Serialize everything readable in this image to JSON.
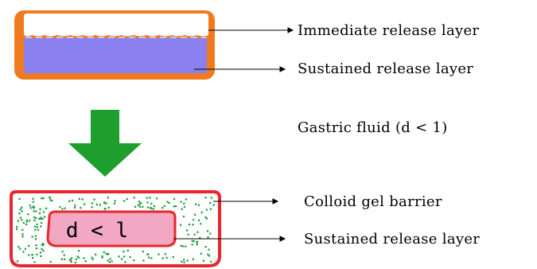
{
  "labels": {
    "immediate_release": "Immediate release layer",
    "sustained_release_top": "Sustained release layer",
    "gastric_fluid": "Gastric fluid  (d < 1)",
    "colloid_gel": "Colloid gel barrier",
    "sustained_release_bottom": "Sustained release layer",
    "inner_tablet_text": "d < l"
  },
  "colors": {
    "tablet_outline": "#f07b1e",
    "sustained_layer": "#8b80f0",
    "immediate_layer": "#ffffff",
    "arrow": "#1e9f2d",
    "gel_outline": "#e8262d",
    "gel_dots": "#1a9a3a",
    "inner_fill": "#f2a7c3",
    "inner_outline": "#e8262d",
    "pointer": "#000000"
  }
}
